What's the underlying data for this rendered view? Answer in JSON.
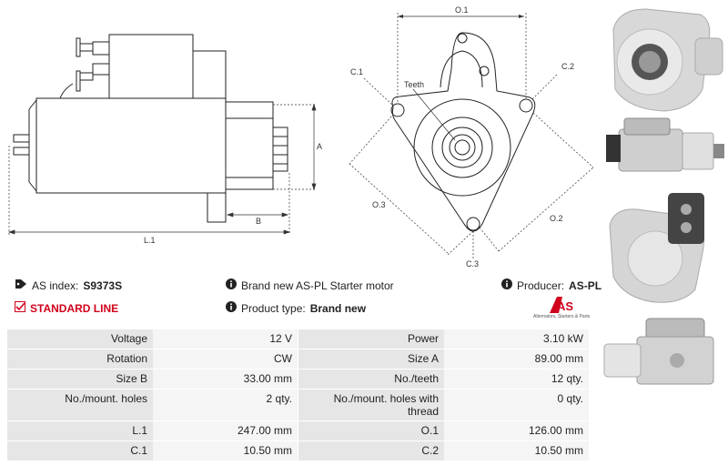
{
  "dimension_labels": {
    "A": "A",
    "B": "B",
    "L1": "L.1",
    "O1": "O.1",
    "O2": "O.2",
    "O3": "O.3",
    "C1": "C.1",
    "C2": "C.2",
    "C3": "C.3",
    "teeth": "Teeth"
  },
  "info": {
    "as_index_label": "AS index:",
    "as_index_value": "S9373S",
    "standard_line": "STANDARD LINE",
    "description": "Brand new AS-PL Starter motor",
    "product_type_label": "Product type:",
    "product_type_value": "Brand new",
    "producer_label": "Producer:",
    "producer_value": "AS-PL",
    "logo_tagline": "Alternators, Starters & Parts",
    "logo_text": "AS"
  },
  "specs": [
    {
      "l1": "Voltage",
      "v1": "12 V",
      "l2": "Power",
      "v2": "3.10 kW"
    },
    {
      "l1": "Rotation",
      "v1": "CW",
      "l2": "Size A",
      "v2": "89.00 mm"
    },
    {
      "l1": "Size B",
      "v1": "33.00 mm",
      "l2": "No./teeth",
      "v2": "12 qty."
    },
    {
      "l1": "No./mount. holes",
      "v1": "2 qty.",
      "l2": "No./mount. holes with thread",
      "v2": "0 qty."
    },
    {
      "l1": "L.1",
      "v1": "247.00 mm",
      "l2": "O.1",
      "v2": "126.00 mm"
    },
    {
      "l1": "C.1",
      "v1": "10.50 mm",
      "l2": "C.2",
      "v2": "10.50 mm"
    }
  ],
  "colors": {
    "accent_red": "#d0021b",
    "label_bg": "#e6e6e6",
    "value_bg": "#f5f5f5"
  }
}
